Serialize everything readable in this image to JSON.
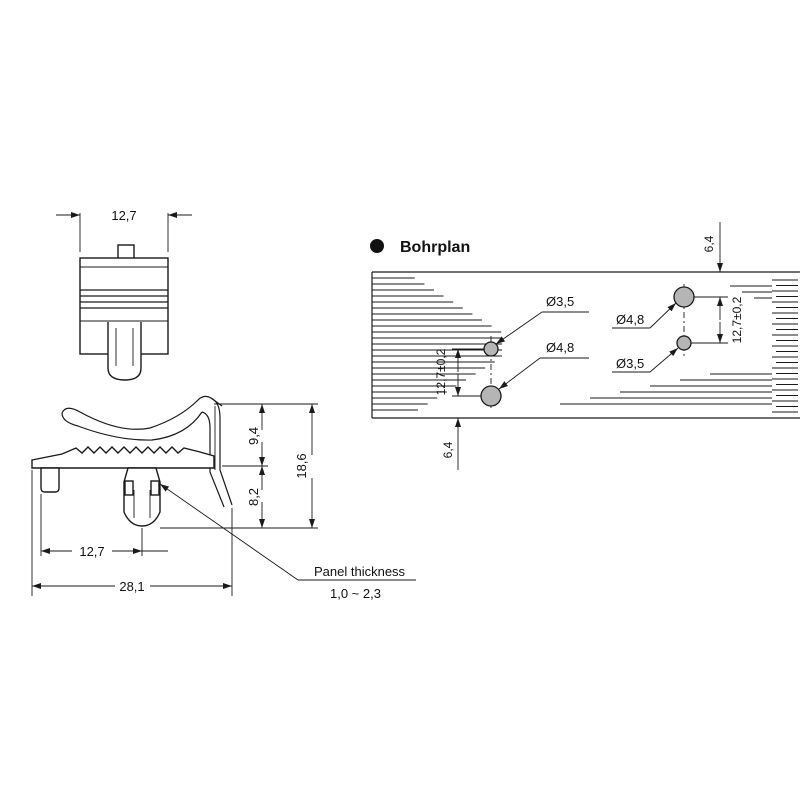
{
  "top_view": {
    "width_dim": "12,7"
  },
  "side_view": {
    "dim_upper": "9,4",
    "dim_lower": "8,2",
    "dim_total_height": "18,6",
    "dim_pin_offset": "12,7",
    "dim_total_length": "28,1",
    "panel_label": "Panel thickness",
    "panel_range": "1,0  ~ 2,3"
  },
  "drilling_plan": {
    "title": "Bohrplan",
    "dim_edge_top": "6,4",
    "dim_edge_bottom": "6,4",
    "dim_spacing_left": "12,7±0,2",
    "dim_spacing_right": "12,7±0,2",
    "hole_left_upper": "Ø3,5",
    "hole_left_lower": "Ø4,8",
    "hole_right_upper": "Ø4,8",
    "hole_right_lower": "Ø3,5"
  },
  "colors": {
    "line": "#1a1a1a",
    "hole_fill": "#b5b5b5",
    "background": "#ffffff"
  }
}
